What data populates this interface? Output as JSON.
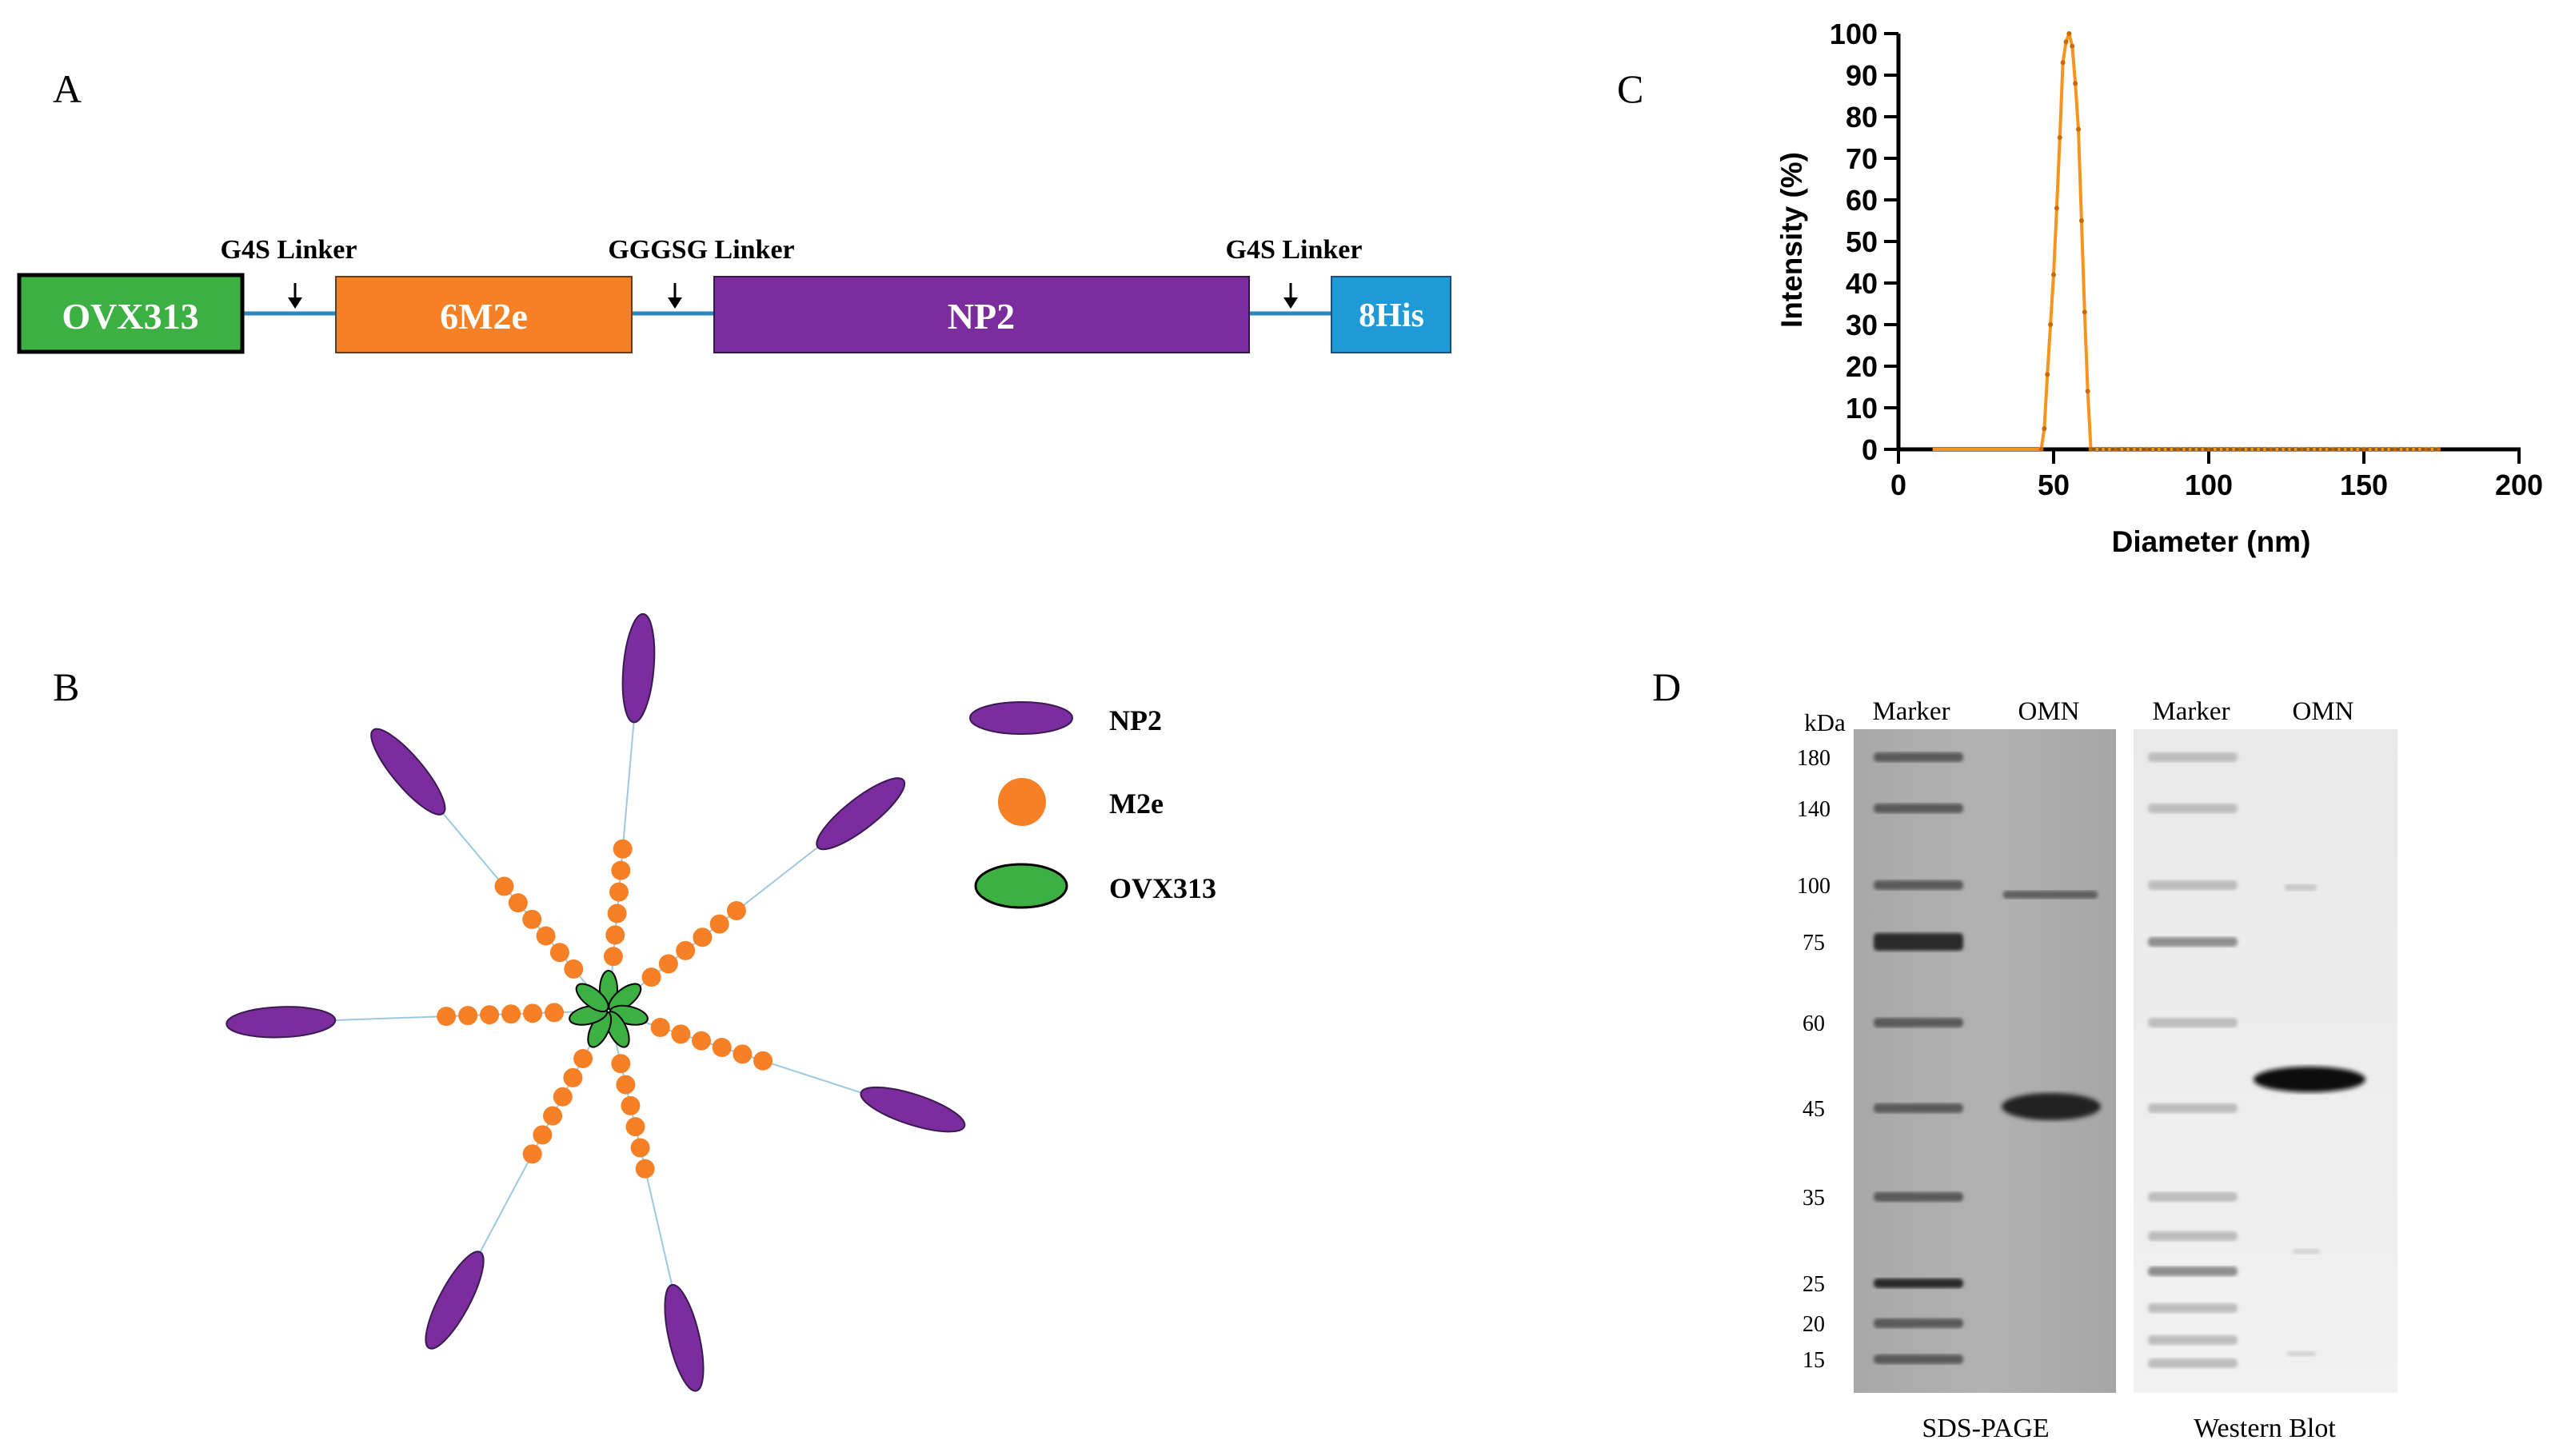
{
  "panels": {
    "a": {
      "letter": "A",
      "domains": [
        "OVX313",
        "6M2e",
        "NP2",
        "8His"
      ],
      "linkers": [
        "G4S Linker",
        "GGGSG Linker",
        "G4S Linker"
      ]
    },
    "b": {
      "letter": "B",
      "legend": [
        "NP2",
        "M2e",
        "OVX313"
      ]
    },
    "c": {
      "letter": "C"
    },
    "d": {
      "letter": "D",
      "kda_label": "kDa",
      "lane_labels": [
        "Marker",
        "OMN",
        "Marker",
        "OMN"
      ],
      "marker_kda": [
        "180",
        "140",
        "100",
        "75",
        "60",
        "45",
        "35",
        "25",
        "20",
        "15"
      ],
      "captions": [
        "SDS-PAGE",
        "Western Blot"
      ]
    }
  },
  "colors": {
    "ovx313": "#3cb043",
    "m2e": "#f58025",
    "np2": "#7b2d9e",
    "his": "#1e9ad6",
    "linker": "#2e86c1",
    "curve": "#f7941d"
  },
  "chart_data": {
    "type": "line",
    "title": "",
    "xlabel": "Diameter (nm)",
    "ylabel": "Intensity (%)",
    "xlim": [
      0,
      200
    ],
    "ylim": [
      0,
      100
    ],
    "xticks": [
      "0",
      "50",
      "100",
      "150",
      "200"
    ],
    "yticks": [
      "0",
      "10",
      "20",
      "30",
      "40",
      "50",
      "60",
      "70",
      "80",
      "90",
      "100"
    ],
    "grid": false,
    "series": [
      {
        "x": [
          11,
          46,
          47,
          48,
          49,
          50,
          51,
          52,
          53,
          54,
          55,
          56,
          57,
          58,
          59,
          60,
          61,
          62,
          70,
          80,
          90,
          100,
          110,
          120,
          130,
          140,
          150,
          160,
          170,
          174
        ],
        "y": [
          0,
          0,
          5,
          18,
          30,
          42,
          58,
          75,
          93,
          98,
          100,
          97,
          88,
          77,
          55,
          33,
          14,
          0,
          0,
          0,
          0,
          0,
          0,
          0,
          0,
          0,
          0,
          0,
          0,
          0
        ]
      }
    ]
  }
}
